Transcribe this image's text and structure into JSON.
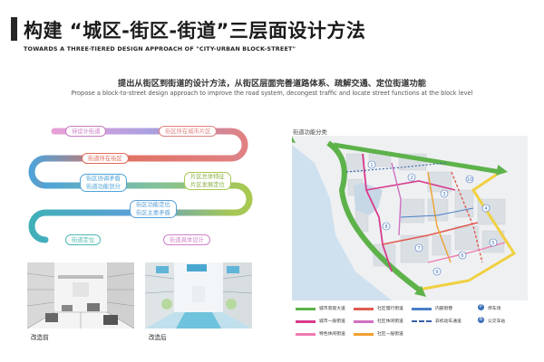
{
  "header": {
    "title_cn": "构建 “城区-街区-街道”三层面设计方法",
    "title_en": "TOWARDS A THREE-TIERED DESIGN APPROACH OF \"CITY-URBAN BLOCK-STREET\""
  },
  "intro": {
    "cn": "提出从街区到街道的设计方法，从街区层面完善道路体系、疏解交通、定位街道功能",
    "en": "Propose a block-to-street design approach to improve the road system, decongest traffic and locate street functions at the block level"
  },
  "flow": {
    "steps": [
      {
        "line1": "待设计街道",
        "line2": "",
        "color": "#c978c2"
      },
      {
        "line1": "街区所在城市片区",
        "line2": "",
        "color": "#e08080"
      },
      {
        "line1": "街道所在街区",
        "line2": "",
        "color": "#e06a5a"
      },
      {
        "line1": "街区协调矛盾",
        "line2": "街道功能划分",
        "color": "#4fa3d8"
      },
      {
        "line1": "片区总体特征",
        "line2": "片区发展定位",
        "color": "#a8c850"
      },
      {
        "line1": "街区功能定位",
        "line2": "街区主要矛盾",
        "color": "#5a9fd6"
      },
      {
        "line1": "街道定位",
        "line2": "",
        "color": "#4db8b0"
      },
      {
        "line1": "街道具体设计",
        "line2": "",
        "color": "#d080c8"
      }
    ]
  },
  "map": {
    "title": "街道功能分类",
    "legend": [
      {
        "label": "城市景观大道",
        "color": "#5db24a",
        "style": "solid"
      },
      {
        "label": "社区慢行街道",
        "color": "#e05a50",
        "style": "solid"
      },
      {
        "label": "内部街巷",
        "color": "#4a7fc8",
        "style": "solid"
      },
      {
        "label": "停车场",
        "color": "#3a6fb8",
        "style": "icon"
      },
      {
        "label": "城市一般街道",
        "color": "#d93a8c",
        "style": "solid"
      },
      {
        "label": "社区休闲街道",
        "color": "#d070c0",
        "style": "solid"
      },
      {
        "label": "非机动车通道",
        "color": "#3a5fa8",
        "style": "dashed"
      },
      {
        "label": "公交车站",
        "color": "#3a6fb8",
        "style": "icon"
      },
      {
        "label": "特色休闲街道",
        "color": "#f07ab0",
        "style": "solid"
      },
      {
        "label": "社区一般街道",
        "color": "#f0a030",
        "style": "solid"
      }
    ],
    "badges": [
      "1",
      "2",
      "3",
      "4",
      "5",
      "6",
      "7",
      "8",
      "9",
      "10"
    ]
  },
  "photos": {
    "before_label": "改造前",
    "after_label": "改造后"
  },
  "colors": {
    "ring1": "#5a6ec8",
    "ring2": "#e06a5a",
    "ring3": "#52b8a8",
    "river": "#cfe0ee",
    "block": "#d9dde2"
  }
}
